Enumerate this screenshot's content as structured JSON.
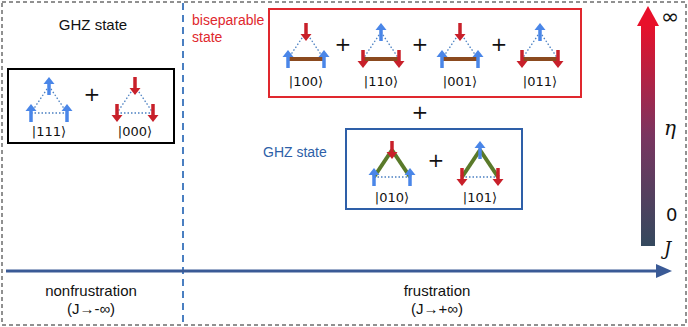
{
  "diagram": {
    "nodes": [
      {
        "text": [
          "GHZ state",
          "|111⟩",
          "+",
          "|000⟩"
        ]
      },
      {
        "text": [
          "biseparable state",
          "|100⟩",
          "+",
          "|110⟩",
          "+",
          "|001⟩",
          "+",
          "|011⟩"
        ]
      },
      {
        "text": [
          "GHZ state",
          "|010⟩",
          "+",
          "|101⟩"
        ]
      }
    ],
    "labels": [
      "+",
      "∞",
      "η",
      "0",
      "J",
      "nonfrustration (J→-∞)",
      "frustration (J→+∞)"
    ]
  }
}
